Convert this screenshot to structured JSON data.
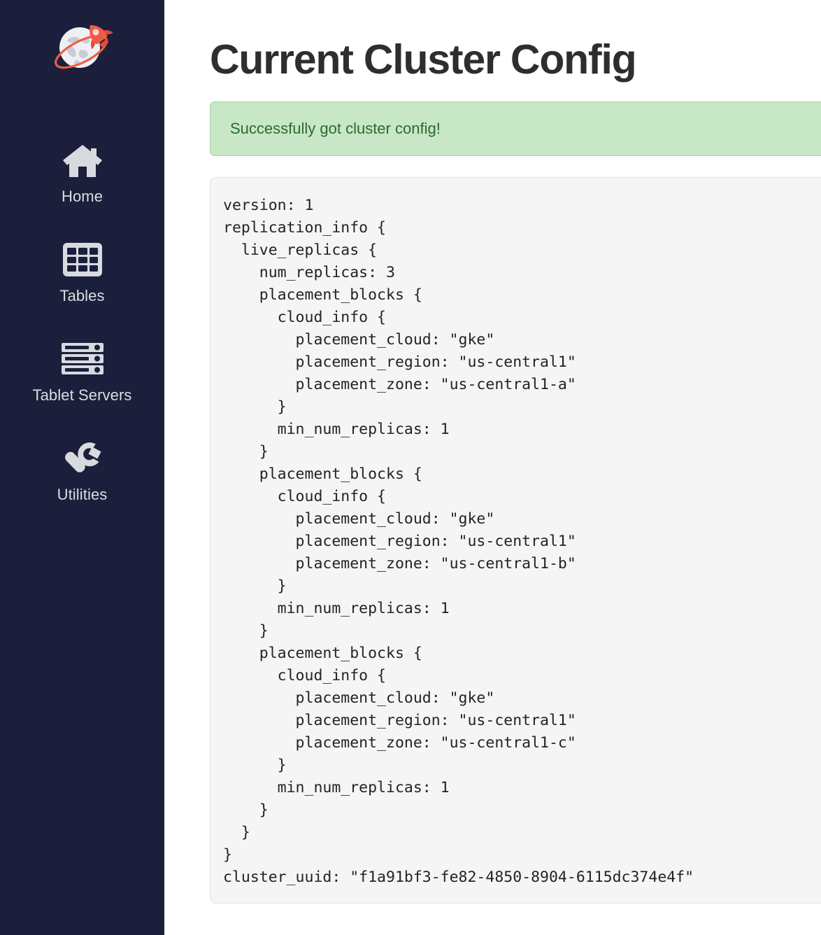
{
  "sidebar": {
    "logo": {
      "icon": "globe-rocket-logo",
      "globe_color": "#e8eaef",
      "rocket_color": "#ef5b45"
    },
    "items": [
      {
        "icon": "home-icon",
        "label": "Home",
        "name": "sidebar-item-home"
      },
      {
        "icon": "table-grid-icon",
        "label": "Tables",
        "name": "sidebar-item-tables"
      },
      {
        "icon": "server-rack-icon",
        "label": "Tablet Servers",
        "name": "sidebar-item-tablet-servers"
      },
      {
        "icon": "wrench-icon",
        "label": "Utilities",
        "name": "sidebar-item-utilities"
      }
    ],
    "background_color": "#1b1f3b",
    "label_color": "#dcdde1"
  },
  "main": {
    "title": "Current Cluster Config",
    "alert": {
      "message": "Successfully got cluster config!",
      "type": "success",
      "background_color": "#c7e7c6",
      "border_color": "#a9d3a7",
      "text_color": "#2d6a2f"
    },
    "config": {
      "text": "version: 1\nreplication_info {\n  live_replicas {\n    num_replicas: 3\n    placement_blocks {\n      cloud_info {\n        placement_cloud: \"gke\"\n        placement_region: \"us-central1\"\n        placement_zone: \"us-central1-a\"\n      }\n      min_num_replicas: 1\n    }\n    placement_blocks {\n      cloud_info {\n        placement_cloud: \"gke\"\n        placement_region: \"us-central1\"\n        placement_zone: \"us-central1-b\"\n      }\n      min_num_replicas: 1\n    }\n    placement_blocks {\n      cloud_info {\n        placement_cloud: \"gke\"\n        placement_region: \"us-central1\"\n        placement_zone: \"us-central1-c\"\n      }\n      min_num_replicas: 1\n    }\n  }\n}\ncluster_uuid: \"f1a91bf3-fe82-4850-8904-6115dc374e4f\"",
      "version": "1",
      "num_replicas": "3",
      "cluster_uuid": "f1a91bf3-fe82-4850-8904-6115dc374e4f",
      "placement_blocks": [
        {
          "placement_cloud": "gke",
          "placement_region": "us-central1",
          "placement_zone": "us-central1-a",
          "min_num_replicas": "1"
        },
        {
          "placement_cloud": "gke",
          "placement_region": "us-central1",
          "placement_zone": "us-central1-b",
          "min_num_replicas": "1"
        },
        {
          "placement_cloud": "gke",
          "placement_region": "us-central1",
          "placement_zone": "us-central1-c",
          "min_num_replicas": "1"
        }
      ],
      "background_color": "#f5f5f5",
      "text_color": "#232323"
    }
  }
}
